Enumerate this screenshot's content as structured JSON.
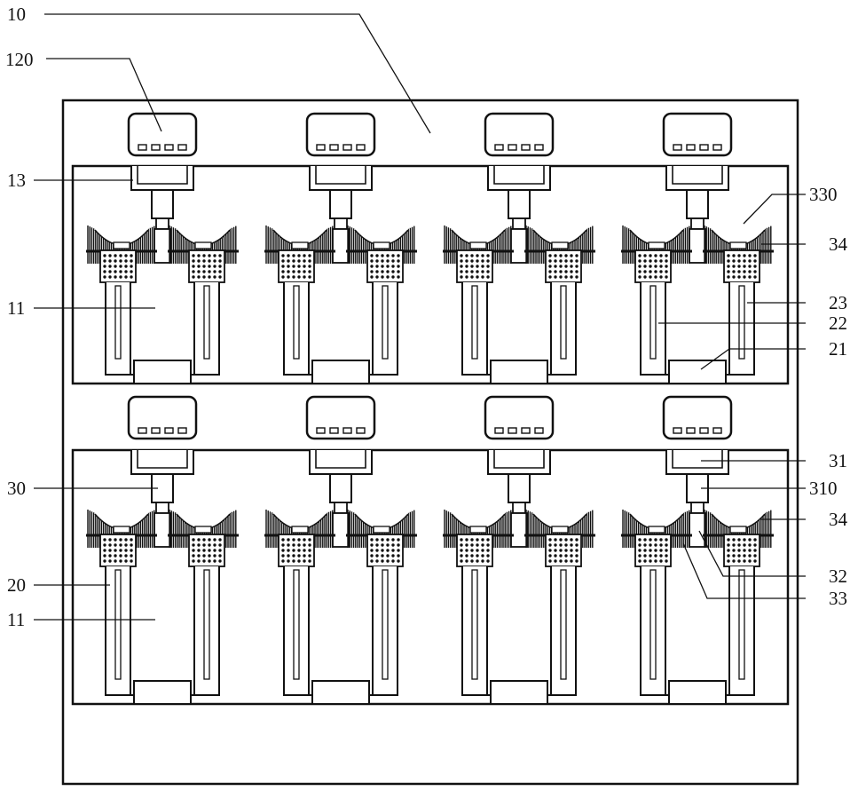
{
  "colors": {
    "line": "#111111",
    "fill": "#ffffff",
    "bristle": "#111111"
  },
  "labels": {
    "l10": "10",
    "l120": "120",
    "l13": "13",
    "l11a": "11",
    "l330": "330",
    "l34a": "34",
    "l23": "23",
    "l22": "22",
    "l21": "21",
    "l31": "31",
    "l30": "30",
    "l310": "310",
    "l34b": "34",
    "l20": "20",
    "l32": "32",
    "l11b": "11",
    "l33": "33"
  },
  "layout_counts": {
    "rows": 2,
    "units_per_row": 4,
    "indicator_lights": 4
  }
}
